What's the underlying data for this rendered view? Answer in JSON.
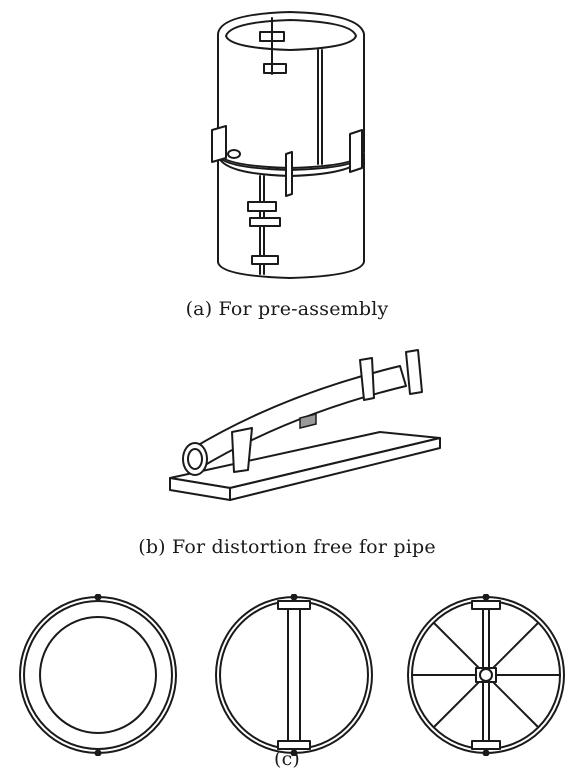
{
  "figures": [
    {
      "id": "a",
      "caption": "(a) For pre-assembly",
      "subject": "cylinder pre-assembly jig with strongbacks"
    },
    {
      "id": "b",
      "caption": "(b) For distortion free for pipe",
      "subject": "bent pipe on jig base"
    },
    {
      "id": "c",
      "caption": "(c)",
      "subject": "ring stiffener variants"
    }
  ],
  "colors": {
    "line": "#1a1a1a",
    "fill": "#ffffff",
    "shade": "#9a9a9a"
  }
}
